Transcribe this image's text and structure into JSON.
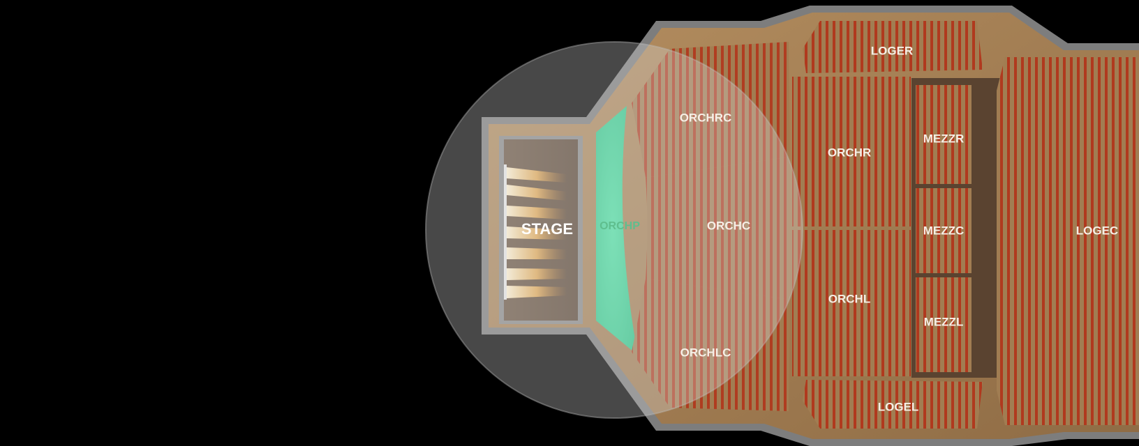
{
  "venue": {
    "stage_label": "STAGE",
    "pit_label": "ORCHP",
    "colors": {
      "background": "#000000",
      "outline": "#8a8a8a",
      "floor": "#a58256",
      "seat": "#b23a1f",
      "pit": "#3fd69a",
      "lens": "#dcdcdc"
    },
    "sections": [
      {
        "id": "orchrc",
        "label": "ORCHRC"
      },
      {
        "id": "orchc",
        "label": "ORCHC"
      },
      {
        "id": "orchlc",
        "label": "ORCHLC"
      },
      {
        "id": "orchr",
        "label": "ORCHR"
      },
      {
        "id": "orchl",
        "label": "ORCHL"
      },
      {
        "id": "loger",
        "label": "LOGER"
      },
      {
        "id": "logel",
        "label": "LOGEL"
      },
      {
        "id": "mezzr",
        "label": "MEZZR"
      },
      {
        "id": "mezzc",
        "label": "MEZZC"
      },
      {
        "id": "mezzl",
        "label": "MEZZL"
      },
      {
        "id": "logec",
        "label": "LOGEC"
      }
    ]
  }
}
